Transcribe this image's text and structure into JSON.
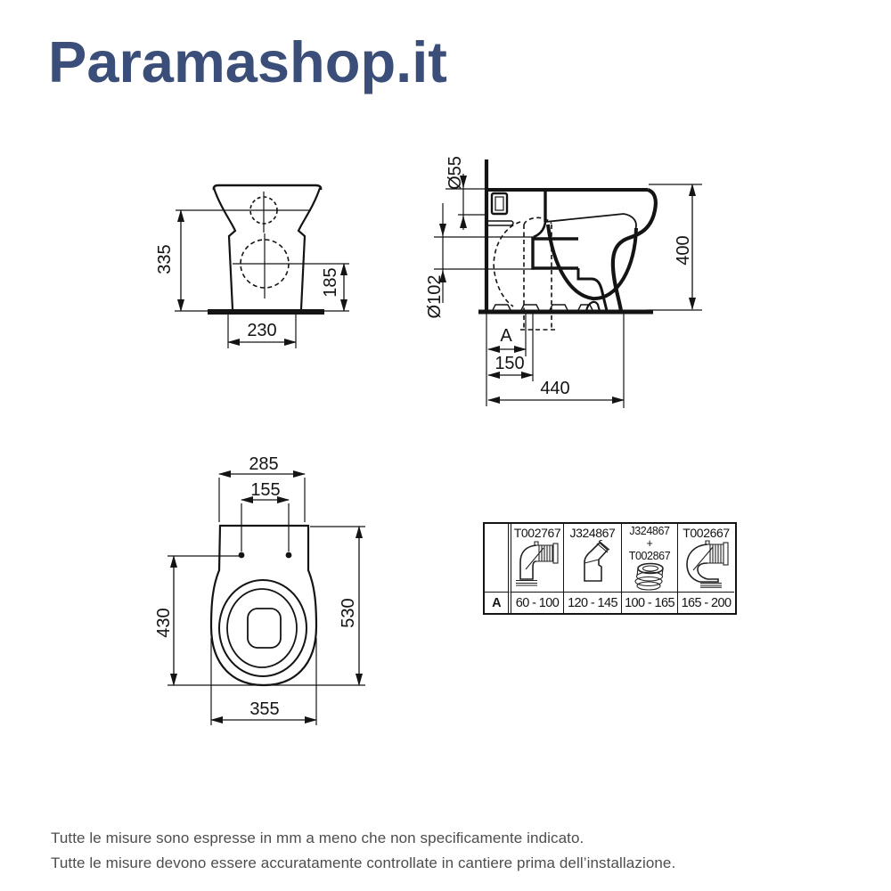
{
  "brand": {
    "logo_text": "Paramashop.it"
  },
  "front_view": {
    "dims": {
      "height_inlet_center": "335",
      "height_outlet_center": "185",
      "base_width": "230"
    }
  },
  "side_view": {
    "dims": {
      "inlet_diameter": "Ø55",
      "outlet_diameter": "Ø102",
      "height": "400",
      "offset_label": "A",
      "outlet_center_distance": "150",
      "depth": "440"
    }
  },
  "top_view": {
    "dims": {
      "rear_width": "285",
      "seat_hole_spacing": "155",
      "holes_to_front": "430",
      "total_length": "530",
      "max_width": "355"
    }
  },
  "fittings_table": {
    "row_header": "A",
    "columns": [
      {
        "code": "T002767",
        "icon": "elbow-pipe-icon",
        "range": "60 - 100"
      },
      {
        "code": "J324867",
        "icon": "offset-pipe-icon",
        "range": "120 - 145"
      },
      {
        "code": "J324867",
        "code2": "+",
        "code3": "T002867",
        "icon": "gasket-icon",
        "range": "100 - 165"
      },
      {
        "code": "T002667",
        "icon": "long-elbow-pipe-icon",
        "range": "165 - 200"
      }
    ]
  },
  "footer": {
    "line1": "Tutte le misure sono espresse in mm a meno che non specificamente indicato.",
    "line2": "Tutte le misure devono essere accuratamente controllate in cantiere prima dell’installazione."
  },
  "colors": {
    "brand_navy": "#3b4e79",
    "line": "#141414",
    "footer_gray": "#4d4d4d"
  }
}
